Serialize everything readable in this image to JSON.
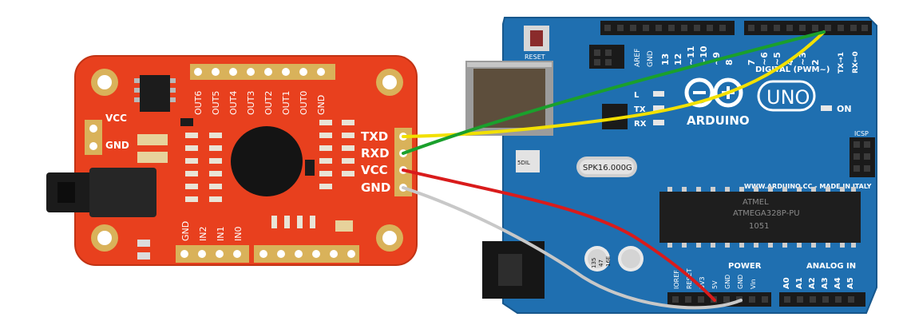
{
  "colors": {
    "module_board": "#e8401e",
    "arduino_board": "#1f6fb0",
    "wire_txd": "#f2e000",
    "wire_rxd": "#1aa02c",
    "wire_vcc": "#d91b1b",
    "wire_gnd": "#c8c8c8"
  },
  "module": {
    "pins": [
      "TXD",
      "RXD",
      "VCC",
      "GND"
    ],
    "power_labels": [
      "VCC",
      "GND"
    ],
    "outputs": [
      "OUT6",
      "OUT5",
      "OUT4",
      "OUT3",
      "OUT2",
      "OUT1",
      "OUT0",
      "GND"
    ],
    "inputs": [
      "GND",
      "IN2",
      "IN1",
      "IN0"
    ]
  },
  "arduino": {
    "reset_label": "RESET",
    "brand": "ARDUINO",
    "model": "UNO",
    "on_label": "ON",
    "tx_label": "TX",
    "rx_label": "RX",
    "l_label": "L",
    "aref": "AREF",
    "gnd": "GND",
    "digital_header": "DIGITAL (PWM~)",
    "digital_pins": [
      "13",
      "12",
      "~11",
      "~10",
      "~9",
      "8",
      "7",
      "~6",
      "~5",
      "4",
      "~3",
      "2",
      "TX→1",
      "RX←0"
    ],
    "website": "WWW.ARDUINO.CC - MADE IN ITALY",
    "chip_text": [
      "ATMEGA328P-PU",
      "1051",
      "ATMEL"
    ],
    "crystal": "SPK16.000G",
    "icsp": "ICSP",
    "power_header": "POWER",
    "power_pins": [
      "IOREF",
      "RESET",
      "3V3",
      "5V",
      "GND",
      "GND",
      "Vin"
    ],
    "analog_header": "ANALOG IN",
    "analog_pins": [
      "A0",
      "A1",
      "A2",
      "A3",
      "A4",
      "A5"
    ],
    "cap_text": [
      "135",
      "47",
      "16E"
    ],
    "small_chip": "5DIL"
  }
}
